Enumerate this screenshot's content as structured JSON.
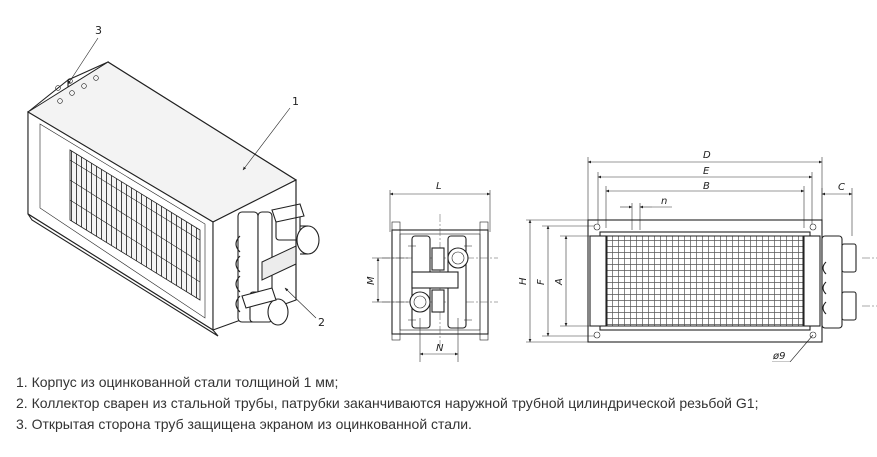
{
  "diagram": {
    "callouts": [
      "1",
      "2",
      "3"
    ],
    "dimension_labels": {
      "side_view": [
        "L",
        "M",
        "N"
      ],
      "front_view": [
        "D",
        "E",
        "B",
        "n",
        "C",
        "H",
        "F",
        "A",
        "ø9"
      ]
    }
  },
  "notes": [
    "1. Корпус из оцинкованной стали толщиной 1 мм;",
    "2. Коллектор сварен из стальной трубы, патрубки заканчиваются наружной трубной цилиндрической резьбой G1;",
    "3. Открытая сторона труб защищена экраном из оцинкованной стали."
  ]
}
